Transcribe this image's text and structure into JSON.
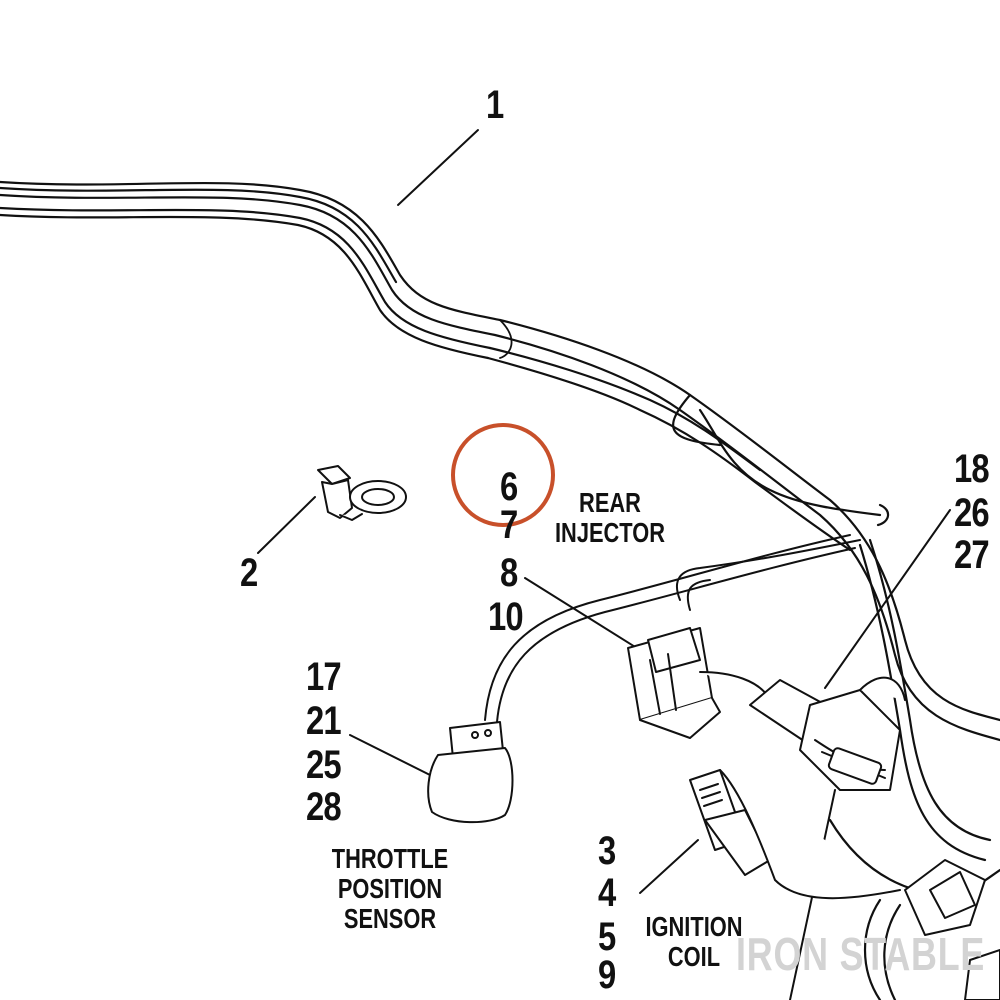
{
  "diagram": {
    "callouts": {
      "harness": "1",
      "clip": "2",
      "injector_refs": [
        "6",
        "7",
        "8",
        "10"
      ],
      "tps_refs": [
        "17",
        "21",
        "25",
        "28"
      ],
      "right_refs": [
        "18",
        "26",
        "27"
      ],
      "coil_refs": [
        "3",
        "4",
        "5",
        "9"
      ]
    },
    "captions": {
      "rear_injector": [
        "REAR",
        "INJECTOR"
      ],
      "throttle_position_sensor": [
        "THROTTLE",
        "POSITION",
        "SENSOR"
      ],
      "ignition_coil": [
        "IGNITION",
        "COIL"
      ]
    },
    "watermark": "IRON STABLE",
    "highlight_color": "#c8502a",
    "line_color": "#111111"
  }
}
